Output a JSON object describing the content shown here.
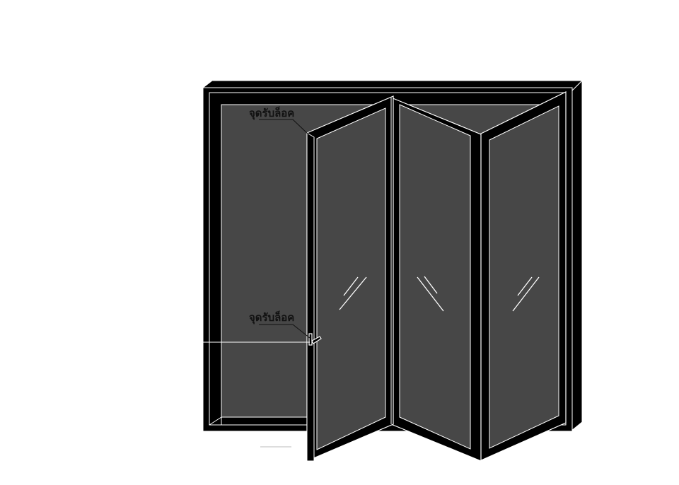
{
  "callouts": {
    "top_label": "จุดรับล็อค",
    "middle_label": "จุดรับล็อค"
  },
  "colors": {
    "frame": "#000000",
    "glass": "#474747",
    "outline": "#ffffff",
    "background": "#ffffff"
  },
  "icons": {
    "glass_reflection": "reflection-glint"
  }
}
